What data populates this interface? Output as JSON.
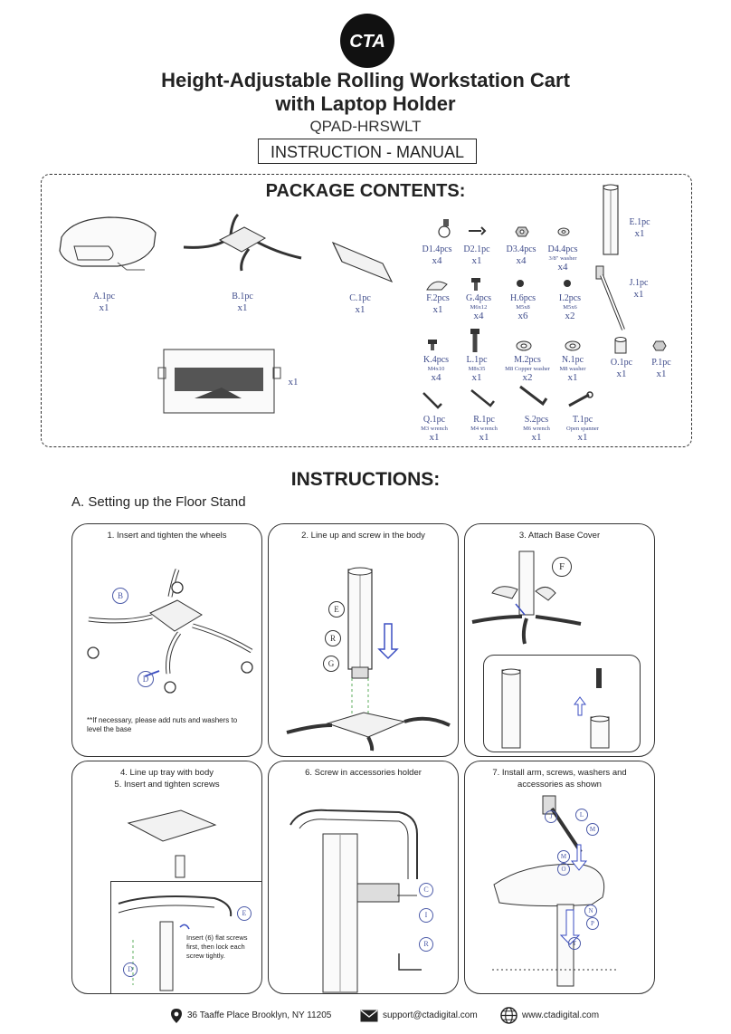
{
  "header": {
    "logo_text": "CTA",
    "title_line1": "Height-Adjustable Rolling Workstation Cart",
    "title_line2": "with Laptop Holder",
    "model": "QPAD-HRSWLT",
    "manual_label": "INSTRUCTION - MANUAL"
  },
  "package": {
    "title": "PACKAGE CONTENTS:",
    "parts": [
      {
        "id": "A",
        "label": "A.1pc",
        "qty": "x1",
        "spec": ""
      },
      {
        "id": "B",
        "label": "B.1pc",
        "qty": "x1",
        "spec": ""
      },
      {
        "id": "C",
        "label": "C.1pc",
        "qty": "x1",
        "spec": ""
      },
      {
        "id": "D1",
        "label": "D1.4pcs",
        "qty": "x4",
        "spec": ""
      },
      {
        "id": "D2",
        "label": "D2.1pc",
        "qty": "x1",
        "spec": ""
      },
      {
        "id": "D3",
        "label": "D3.4pcs",
        "qty": "x4",
        "spec": ""
      },
      {
        "id": "D4",
        "label": "D4.4pcs",
        "qty": "x4",
        "spec": "3/8\" washer"
      },
      {
        "id": "E",
        "label": "E.1pc",
        "qty": "x1",
        "spec": ""
      },
      {
        "id": "F",
        "label": "F.2pcs",
        "qty": "x1",
        "spec": ""
      },
      {
        "id": "G",
        "label": "G.4pcs",
        "qty": "x4",
        "spec": "M6x12"
      },
      {
        "id": "H",
        "label": "H.6pcs",
        "qty": "x6",
        "spec": "M5x8"
      },
      {
        "id": "I",
        "label": "I.2pcs",
        "qty": "x2",
        "spec": "M5x6"
      },
      {
        "id": "J",
        "label": "J.1pc",
        "qty": "x1",
        "spec": ""
      },
      {
        "id": "K",
        "label": "K.4pcs",
        "qty": "x4",
        "spec": "M4x10"
      },
      {
        "id": "L",
        "label": "L.1pc",
        "qty": "x1",
        "spec": "M8x35"
      },
      {
        "id": "M",
        "label": "M.2pcs",
        "qty": "x2",
        "spec": "M8 Copper washer"
      },
      {
        "id": "N",
        "label": "N.1pc",
        "qty": "x1",
        "spec": "M8 washer"
      },
      {
        "id": "O",
        "label": "O.1pc",
        "qty": "x1",
        "spec": ""
      },
      {
        "id": "P",
        "label": "P.1pc",
        "qty": "x1",
        "spec": ""
      },
      {
        "id": "Q",
        "label": "Q.1pc",
        "qty": "x1",
        "spec": "M3 wrench"
      },
      {
        "id": "R",
        "label": "R.1pc",
        "qty": "x1",
        "spec": "M4 wrench"
      },
      {
        "id": "S",
        "label": "S.2pcs",
        "qty": "x1",
        "spec": "M6 wrench"
      },
      {
        "id": "T",
        "label": "T.1pc",
        "qty": "x1",
        "spec": "Open spanner"
      }
    ],
    "tray_qty": "x1"
  },
  "instructions": {
    "title": "INSTRUCTIONS:",
    "section_a": "A. Setting up the Floor Stand",
    "steps": [
      {
        "caption": "1. Insert and tighten the wheels",
        "note": "**If necessary, please add nuts and washers to level the base"
      },
      {
        "caption": "2. Line up and screw in the body",
        "note": ""
      },
      {
        "caption": "3. Attach Base Cover",
        "note": ""
      },
      {
        "caption": "4. Line up tray with body",
        "caption2": "5. Insert and tighten screws",
        "note": "Insert (6) flat screws first, then lock each screw tightly."
      },
      {
        "caption": "6. Screw in accessories holder",
        "note": ""
      },
      {
        "caption": "7. Install arm, screws, washers and accessories as shown",
        "note": ""
      }
    ],
    "callouts": {
      "b": "B",
      "d": "D",
      "e": "E",
      "r": "R",
      "g": "G",
      "f": "F",
      "c": "C",
      "i": "I",
      "r2": "R",
      "d2": "D",
      "e2": "E",
      "j": "J",
      "l": "L",
      "m": "M",
      "m2": "M",
      "o": "O",
      "n": "N",
      "p": "P",
      "t": "T"
    }
  },
  "footer": {
    "address": "36 Taaffe Place Brooklyn, NY 11205",
    "email": "support@ctadigital.com",
    "website": "www.ctadigital.com"
  }
}
